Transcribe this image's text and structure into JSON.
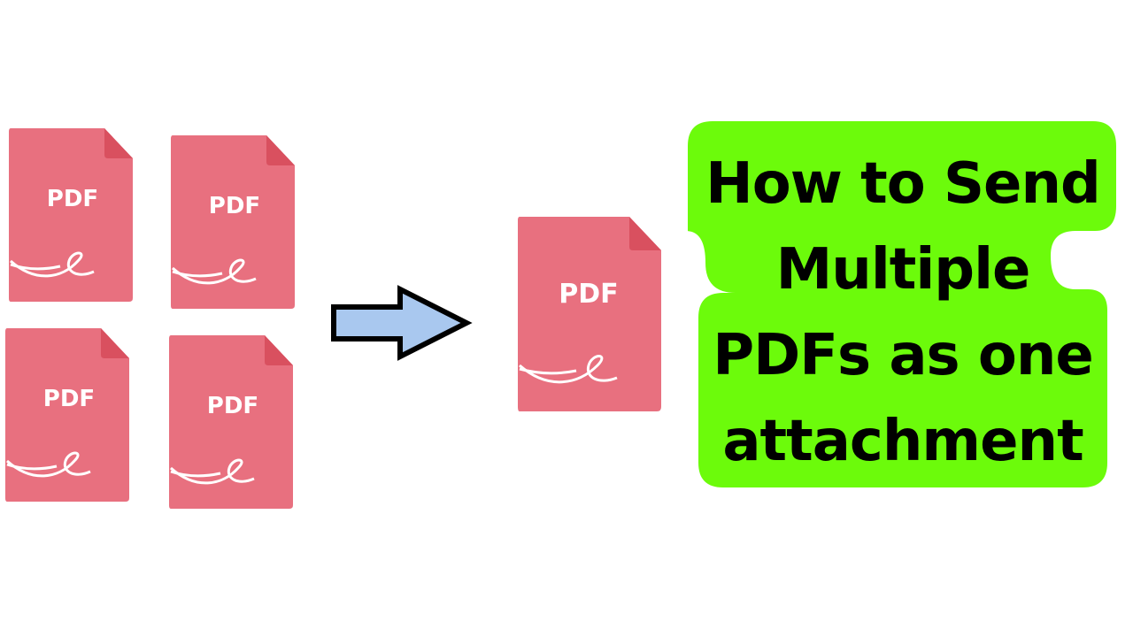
{
  "colors": {
    "background": "#ffffff",
    "file_fill": "#e8707f",
    "file_fold": "#d9505f",
    "acrobat_swoosh": "#ffffff",
    "arrow_fill": "#a9c8ef",
    "arrow_stroke": "#000000",
    "title_bubble": "#6cfb0b",
    "title_text": "#000000"
  },
  "source_files": [
    {
      "label": "PDF",
      "icon": "pdf-file-icon"
    },
    {
      "label": "PDF",
      "icon": "pdf-file-icon"
    },
    {
      "label": "PDF",
      "icon": "pdf-file-icon"
    },
    {
      "label": "PDF",
      "icon": "pdf-file-icon"
    }
  ],
  "merge_arrow": {
    "icon": "right-arrow-icon"
  },
  "merged_file": {
    "label": "PDF",
    "icon": "pdf-file-icon"
  },
  "title": {
    "lines": [
      "How to Send",
      "Multiple",
      "PDFs as one",
      "attachment"
    ]
  }
}
